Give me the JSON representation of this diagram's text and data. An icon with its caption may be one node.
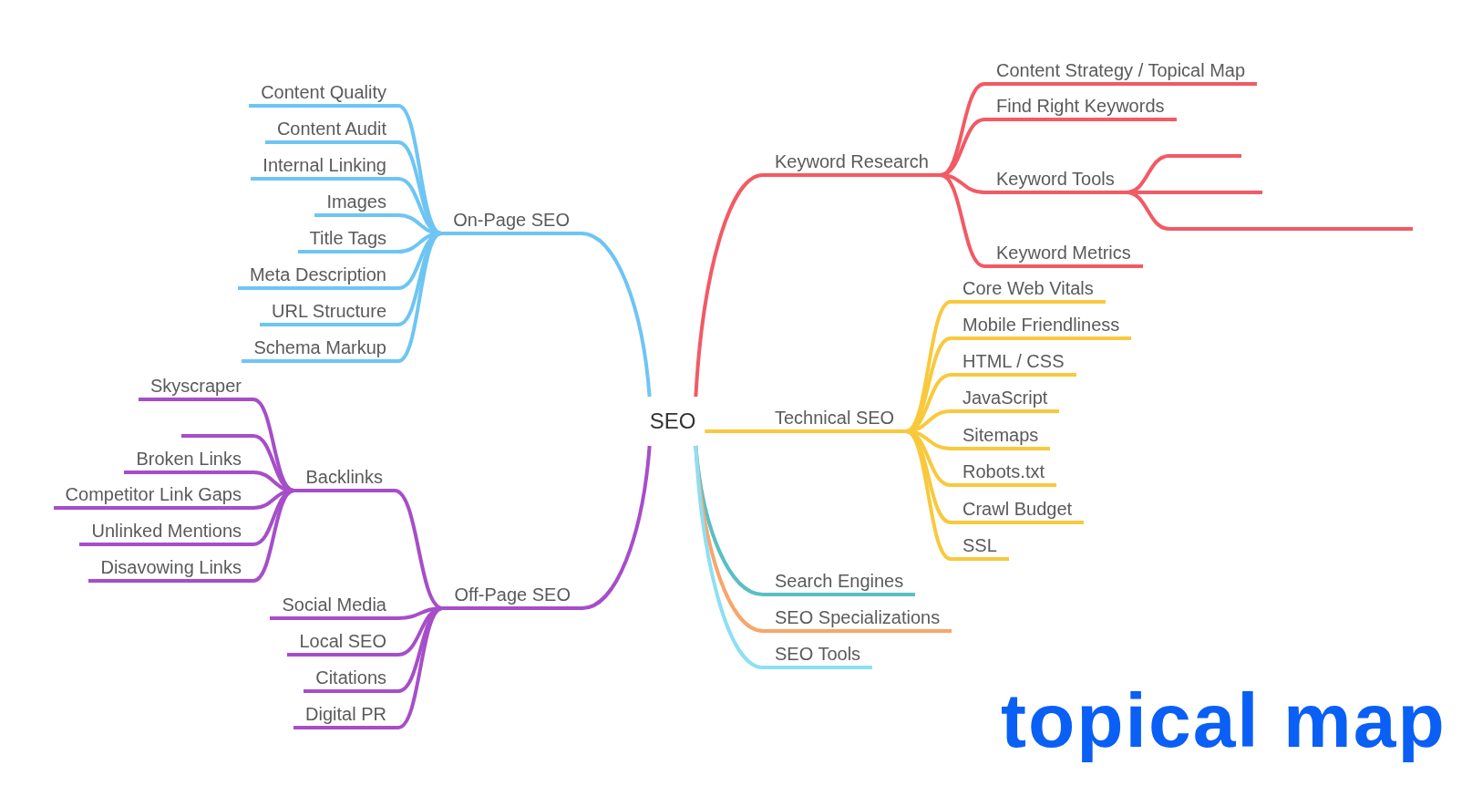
{
  "diagram": {
    "title": "topical map",
    "nodes": [
      {
        "text": [
          "SEO"
        ]
      },
      {
        "text": [
          "On-Page SEO"
        ]
      },
      {
        "text": [
          "Content Quality"
        ]
      },
      {
        "text": [
          "Content Audit"
        ]
      },
      {
        "text": [
          "Internal Linking"
        ]
      },
      {
        "text": [
          "Images"
        ]
      },
      {
        "text": [
          "Title Tags"
        ]
      },
      {
        "text": [
          "Meta Description"
        ]
      },
      {
        "text": [
          "URL Structure"
        ]
      },
      {
        "text": [
          "Schema Markup"
        ]
      },
      {
        "text": [
          "Off-Page SEO"
        ]
      },
      {
        "text": [
          "Backlinks"
        ]
      },
      {
        "text": [
          "Skyscraper"
        ]
      },
      {
        "text": [],
        "shape": "line"
      },
      {
        "text": [
          "Broken Links"
        ]
      },
      {
        "text": [
          "Competitor Link Gaps"
        ]
      },
      {
        "text": [
          "Unlinked Mentions"
        ]
      },
      {
        "text": [
          "Disavowing Links"
        ]
      },
      {
        "text": [
          "Social Media"
        ]
      },
      {
        "text": [
          "Local SEO"
        ]
      },
      {
        "text": [
          "Citations"
        ]
      },
      {
        "text": [
          "Digital PR"
        ]
      },
      {
        "text": [
          "Keyword Research"
        ]
      },
      {
        "text": [
          "Content Strategy / Topical Map"
        ]
      },
      {
        "text": [
          "Find Right Keywords"
        ]
      },
      {
        "text": [
          "Keyword Tools"
        ]
      },
      {
        "text": [],
        "shape": "line"
      },
      {
        "text": [],
        "shape": "line"
      },
      {
        "text": [],
        "shape": "line"
      },
      {
        "text": [
          "Keyword Metrics"
        ]
      },
      {
        "text": [
          "Technical SEO"
        ]
      },
      {
        "text": [
          "Core Web Vitals"
        ]
      },
      {
        "text": [
          "Mobile Friendliness"
        ]
      },
      {
        "text": [
          "HTML / CSS"
        ]
      },
      {
        "text": [
          "JavaScript"
        ]
      },
      {
        "text": [
          "Sitemaps"
        ]
      },
      {
        "text": [
          "Robots.txt"
        ]
      },
      {
        "text": [
          "Crawl Budget"
        ]
      },
      {
        "text": [
          "SSL"
        ]
      },
      {
        "text": [
          "Search Engines"
        ]
      },
      {
        "text": [
          "SEO Specializations"
        ]
      },
      {
        "text": [
          "SEO Tools"
        ]
      }
    ],
    "edges": [
      {
        "from": 0,
        "to": 1,
        "arrow": "none",
        "color": "#6ec5f4"
      },
      {
        "from": 1,
        "to": 2,
        "arrow": "none",
        "color": "#6ec5f4"
      },
      {
        "from": 1,
        "to": 3,
        "arrow": "none",
        "color": "#6ec5f4"
      },
      {
        "from": 1,
        "to": 4,
        "arrow": "none",
        "color": "#6ec5f4"
      },
      {
        "from": 1,
        "to": 5,
        "arrow": "none",
        "color": "#6ec5f4"
      },
      {
        "from": 1,
        "to": 6,
        "arrow": "none",
        "color": "#6ec5f4"
      },
      {
        "from": 1,
        "to": 7,
        "arrow": "none",
        "color": "#6ec5f4"
      },
      {
        "from": 1,
        "to": 8,
        "arrow": "none",
        "color": "#6ec5f4"
      },
      {
        "from": 1,
        "to": 9,
        "arrow": "none",
        "color": "#6ec5f4"
      },
      {
        "from": 0,
        "to": 10,
        "arrow": "none"
      },
      {
        "from": 10,
        "to": 11,
        "arrow": "none"
      },
      {
        "from": 11,
        "to": 12,
        "arrow": "none"
      },
      {
        "from": 11,
        "to": 13,
        "arrow": "none"
      },
      {
        "from": 11,
        "to": 14,
        "arrow": "none"
      },
      {
        "from": 11,
        "to": 15,
        "arrow": "none"
      },
      {
        "from": 11,
        "to": 16,
        "arrow": "none"
      },
      {
        "from": 11,
        "to": 17,
        "arrow": "none"
      },
      {
        "from": 10,
        "to": 18,
        "arrow": "none"
      },
      {
        "from": 10,
        "to": 19,
        "arrow": "none"
      },
      {
        "from": 10,
        "to": 20,
        "arrow": "none"
      },
      {
        "from": 10,
        "to": 21,
        "arrow": "none"
      },
      {
        "from": 0,
        "to": 22,
        "arrow": "none",
        "color": "#f25a64"
      },
      {
        "from": 22,
        "to": 23,
        "arrow": "none",
        "color": "#f25a64"
      },
      {
        "from": 22,
        "to": 24,
        "arrow": "none",
        "color": "#f25a64"
      },
      {
        "from": 22,
        "to": 25,
        "arrow": "none",
        "color": "#f25a64"
      },
      {
        "from": 25,
        "to": 26,
        "arrow": "none",
        "color": "#f25a64"
      },
      {
        "from": 25,
        "to": 27,
        "arrow": "none",
        "color": "#f25a64"
      },
      {
        "from": 25,
        "to": 28,
        "arrow": "none",
        "color": "#f25a64"
      },
      {
        "from": 22,
        "to": 29,
        "arrow": "none",
        "color": "#f25a64"
      },
      {
        "from": 0,
        "to": 30,
        "arrow": "none",
        "color": "#f8c93c"
      },
      {
        "from": 30,
        "to": 31,
        "arrow": "none",
        "color": "#f8c93c"
      },
      {
        "from": 30,
        "to": 32,
        "arrow": "none",
        "color": "#f8c93c"
      },
      {
        "from": 30,
        "to": 33,
        "arrow": "none",
        "color": "#f8c93c"
      },
      {
        "from": 30,
        "to": 34,
        "arrow": "none",
        "color": "#f8c93c"
      },
      {
        "from": 30,
        "to": 35,
        "arrow": "none",
        "color": "#f8c93c"
      },
      {
        "from": 30,
        "to": 36,
        "arrow": "none",
        "color": "#f8c93c"
      },
      {
        "from": 30,
        "to": 37,
        "arrow": "none",
        "color": "#f8c93c"
      },
      {
        "from": 30,
        "to": 38,
        "arrow": "none",
        "color": "#f8c93c"
      },
      {
        "from": 0,
        "to": 39,
        "arrow": "none",
        "color": "#59bfc4"
      },
      {
        "from": 0,
        "to": 40,
        "arrow": "none",
        "color": "#f8a66b"
      },
      {
        "from": 0,
        "to": 41,
        "arrow": "none",
        "color": "#8ddff5"
      }
    ]
  }
}
